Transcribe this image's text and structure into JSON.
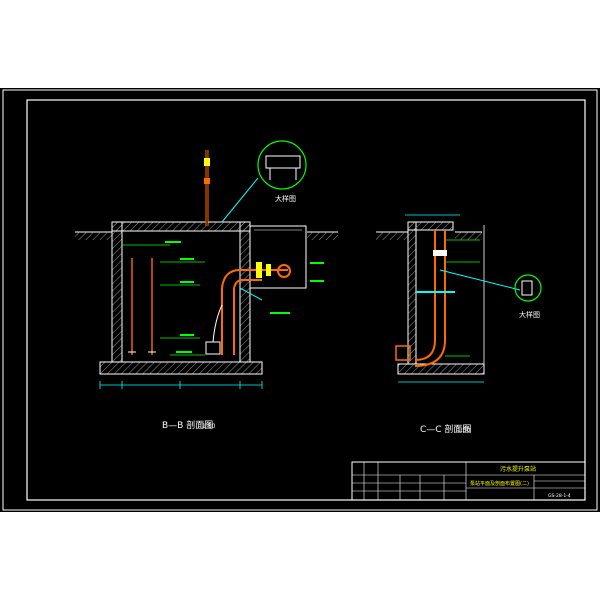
{
  "drawing": {
    "section_b_title": "B—B 剖面图",
    "section_b_scale": "1:50",
    "section_c_title": "C—C 剖面图",
    "section_c_scale": "1:50",
    "detail_label_b": "大样图",
    "detail_label_c": "大样图"
  },
  "title_block": {
    "project": "污水提升泵站",
    "sheet_title": "泵站平面及剖面布置图(二)",
    "drawing_no": "GS-28-1-4"
  },
  "colors": {
    "background": "#000000",
    "frame": "#ffffff",
    "structure": "#ffffff",
    "pipe": "#ff6a00",
    "fitting": "#ffff00",
    "annotation": "#00ff00",
    "dimension": "#00ffff",
    "leader": "#00ffff",
    "title_text": "#ffff00"
  }
}
